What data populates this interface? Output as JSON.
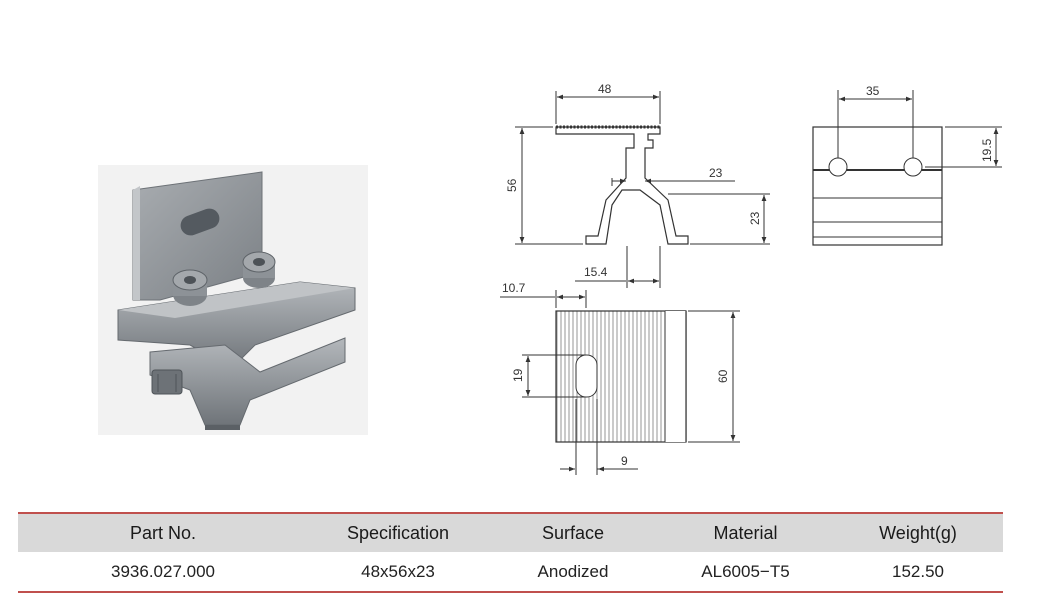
{
  "drawing": {
    "side_view": {
      "width_top": "48",
      "height": "56",
      "neck": "23",
      "foot_height": "23",
      "foot_width": "15.4"
    },
    "end_view": {
      "hole_spacing": "35",
      "hole_offset": "19.5"
    },
    "top_view": {
      "edge_offset": "10.7",
      "slot_length": "19",
      "height": "60",
      "slot_width": "9"
    },
    "colors": {
      "metal": "#8f9498",
      "line": "#333333",
      "accent": "#c0504d"
    }
  },
  "table": {
    "headers": [
      "Part No.",
      "Specification",
      "Surface",
      "Material",
      "Weight(g)"
    ],
    "row": [
      "3936.027.000",
      "48x56x23",
      "Anodized",
      "AL6005−T5",
      "152.50"
    ]
  }
}
